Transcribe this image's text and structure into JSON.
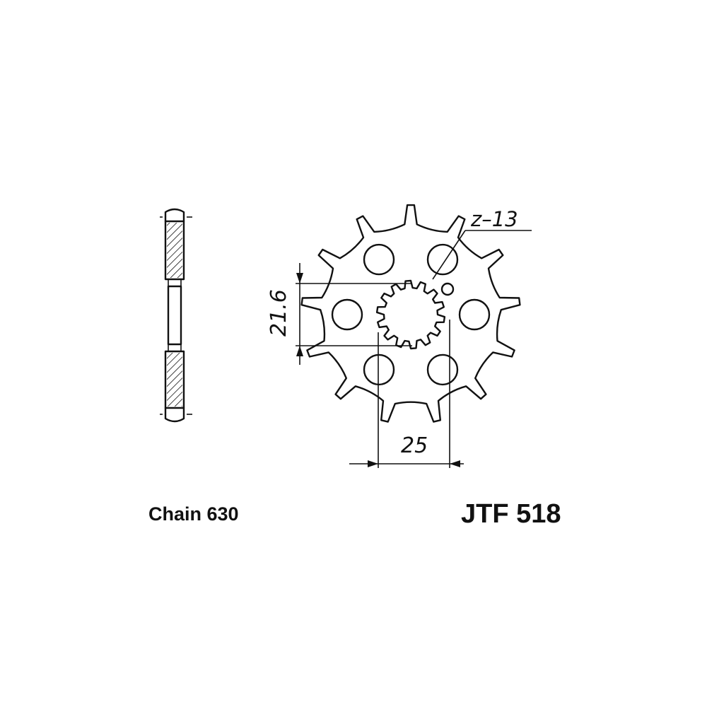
{
  "labels": {
    "teeth": "z–13",
    "bore_width": "21.6",
    "spline_width": "25"
  },
  "chain_label": "Chain 630",
  "part_number": "JTF 518",
  "sprocket": {
    "teeth": 13,
    "bolt_holes": 6
  },
  "colors": {
    "ink": "#111111",
    "background": "#ffffff"
  }
}
